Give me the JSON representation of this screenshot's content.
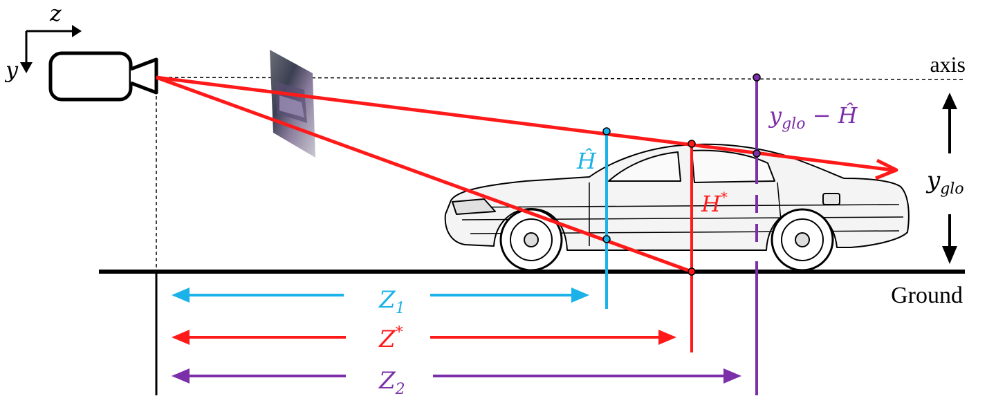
{
  "colors": {
    "ray": "#ff1a1a",
    "h_hat": "#1ab2e8",
    "purple": "#7b2fa8",
    "black": "#000000",
    "car_fill": "#f2f2f2"
  },
  "axes_icon": {
    "z": "z",
    "y": "y"
  },
  "labels": {
    "axis": "axis",
    "ground": "Ground",
    "y_glo_base": "y",
    "y_glo_sub": "glo",
    "y_glo_minus_h": "y",
    "y_glo_minus_h_sub": "glo",
    "y_glo_minus_h_rest": " − Ĥ",
    "h_hat": "Ĥ",
    "h_star_base": "H",
    "h_star_sup": "*",
    "z1_base": "Z",
    "z1_sub": "1",
    "zstar_base": "Z",
    "zstar_sup": "*",
    "z2_base": "Z",
    "z2_sub": "2"
  },
  "icons": [
    "camera-icon",
    "image-plane-thumbnail",
    "car-illustration"
  ]
}
